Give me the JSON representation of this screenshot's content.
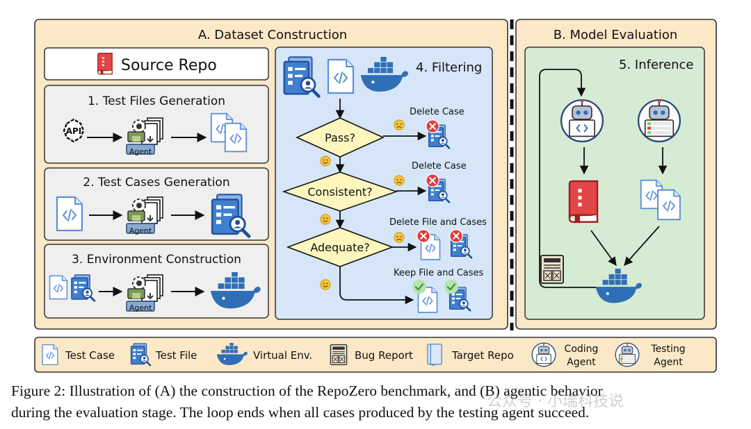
{
  "panelA": {
    "title": "A. Dataset Construction",
    "source_repo": "Source Repo",
    "step1": "1. Test Files Generation",
    "step2": "2. Test Cases Generation",
    "step3": "3. Environment Construction",
    "api": "API",
    "agent": "Agent",
    "filtering": {
      "title": "4. Filtering",
      "pass": "Pass?",
      "consistent": "Consistent?",
      "adequate": "Adequate?",
      "delete_case_1": "Delete Case",
      "delete_case_2": "Delete Case",
      "delete_file_cases": "Delete File and Cases",
      "keep_file_cases": "Keep File and Cases"
    }
  },
  "panelB": {
    "title": "B. Model Evaluation",
    "inference": "5. Inference"
  },
  "legend": {
    "test_case": "Test Case",
    "test_file": "Test File",
    "virtual_env": "Virtual Env.",
    "bug_report": "Bug Report",
    "target_repo": "Target Repo",
    "coding_agent_1": "Coding",
    "coding_agent_2": "Agent",
    "testing_agent_1": "Testing",
    "testing_agent_2": "Agent"
  },
  "caption": {
    "line1": "Figure 2: Illustration of (A) the construction of the RepoZero benchmark, and (B) agentic behavior",
    "line2": "during the evaluation stage. The loop ends when all cases produced by the testing agent succeed."
  },
  "watermark": "公众号 · 小瑞科技说",
  "colors": {
    "outer_fill": "#fbe8c6",
    "filter_fill": "#d6e6f8",
    "inference_fill": "#d6ebd3",
    "diamond_fill": "#fdf6bf",
    "file_blue": "#5b8fd6",
    "docker_blue": "#2f6fb6",
    "delete_red": "#e23b3b",
    "keep_green": "#7fce74",
    "repo_red": "#e24646"
  }
}
